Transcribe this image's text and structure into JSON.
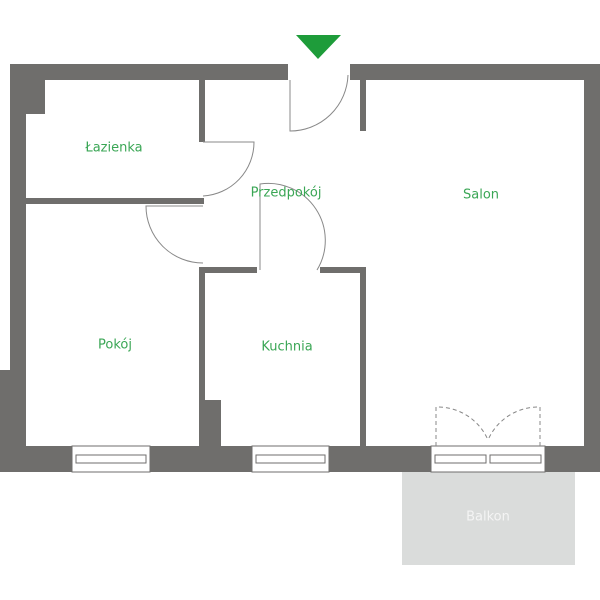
{
  "rooms": {
    "lazienka": "Łazienka",
    "przedpokoj": "Przedpokój",
    "salon": "Salon",
    "pokoj": "Pokój",
    "kuchnia": "Kuchnia",
    "balkon": "Balkon"
  },
  "colors": {
    "wall": "#6f6e6c",
    "label": "#3aa655",
    "entrance": "#1e9c3a",
    "balcony": "#dadcdb"
  },
  "icons": {
    "entrance": "entrance-arrow-icon"
  }
}
